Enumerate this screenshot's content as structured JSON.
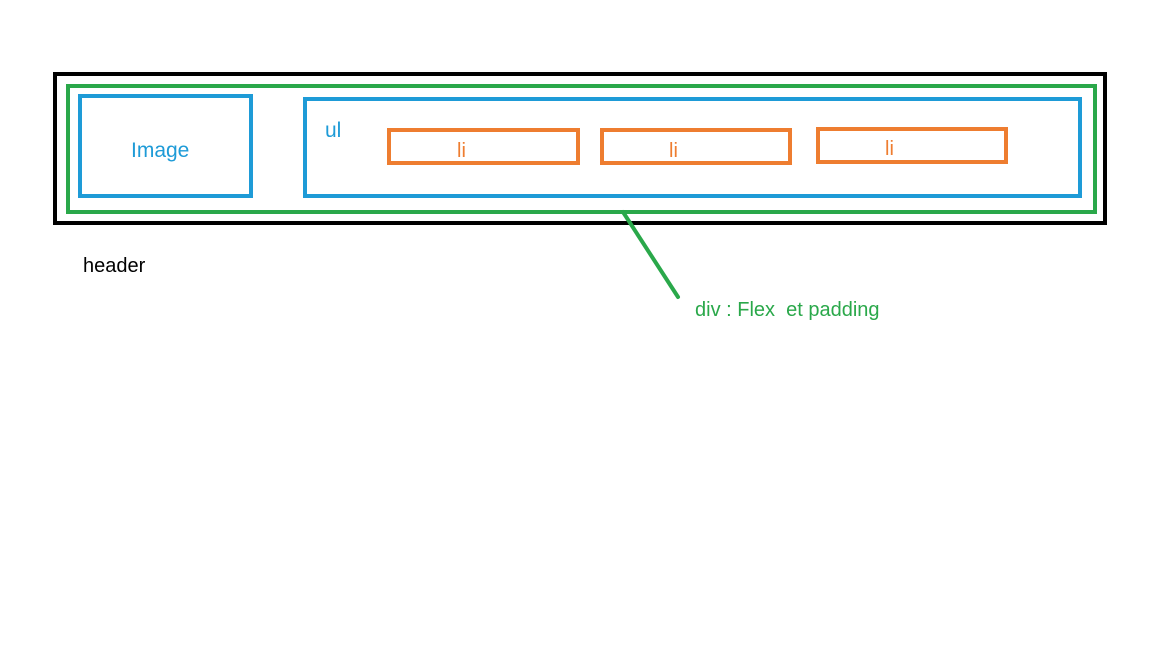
{
  "labels": {
    "image": "Image",
    "ul": "ul",
    "li_items": [
      "li",
      "li",
      "li"
    ],
    "header": "header",
    "div_annotation": "div : Flex  et padding"
  },
  "colors": {
    "header_border": "#000000",
    "div_border": "#2aa84a",
    "blue_border": "#1e9bd7",
    "li_border": "#ee7d30"
  }
}
